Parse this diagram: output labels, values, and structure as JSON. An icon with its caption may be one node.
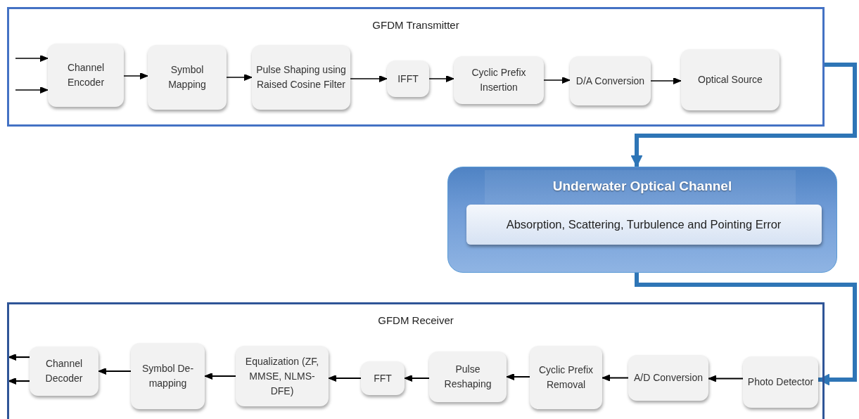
{
  "diagram": {
    "nodes": [
      {
        "text": [
          "GFDM Transmitter"
        ]
      },
      {
        "text": [
          "Channel Encoder"
        ],
        "in": 0
      },
      {
        "text": [
          "Symbol Mapping"
        ],
        "in": 0
      },
      {
        "text": [
          "Pulse Shaping using Raised Cosine Filter"
        ],
        "in": 0
      },
      {
        "text": [
          "IFFT"
        ],
        "in": 0
      },
      {
        "text": [
          "Cyclic Prefix Insertion"
        ],
        "in": 0
      },
      {
        "text": [
          "D/A Conversion"
        ],
        "in": 0
      },
      {
        "text": [
          "Optical Source"
        ],
        "in": 0
      },
      {
        "text": [
          "Underwater Optical Channel"
        ]
      },
      {
        "text": [
          "Absorption, Scattering, Turbulence and Pointing Error"
        ],
        "in": 8
      },
      {
        "text": [
          "GFDM Receiver"
        ]
      },
      {
        "text": [
          "Channel Decoder"
        ],
        "in": 10
      },
      {
        "text": [
          "Symbol De- mapping"
        ],
        "in": 10
      },
      {
        "text": [
          "Equalization (ZF, MMSE, NLMS-DFE)"
        ],
        "in": 10
      },
      {
        "text": [
          "FFT"
        ],
        "in": 10
      },
      {
        "text": [
          "Pulse Reshaping"
        ],
        "in": 10
      },
      {
        "text": [
          "Cyclic Prefix Removal"
        ],
        "in": 10
      },
      {
        "text": [
          "A/D Conversion"
        ],
        "in": 10
      },
      {
        "text": [
          "Photo Detector"
        ],
        "in": 10
      }
    ],
    "edges": [
      {
        "from": null,
        "to": 1,
        "arrow": "to"
      },
      {
        "from": null,
        "to": 1,
        "arrow": "to"
      },
      {
        "from": 1,
        "to": 2,
        "arrow": "to"
      },
      {
        "from": 2,
        "to": 3,
        "arrow": "to"
      },
      {
        "from": 3,
        "to": 4,
        "arrow": "to"
      },
      {
        "from": 4,
        "to": 5,
        "arrow": "to"
      },
      {
        "from": 5,
        "to": 6,
        "arrow": "to"
      },
      {
        "from": 6,
        "to": 7,
        "arrow": "to"
      },
      {
        "from": 0,
        "to": 8,
        "arrow": "to",
        "style": "thick",
        "color": "#2e75b6"
      },
      {
        "from": 8,
        "to": 18,
        "arrow": "to",
        "style": "thick",
        "color": "#2e75b6"
      },
      {
        "from": 18,
        "to": 17,
        "arrow": "to"
      },
      {
        "from": 17,
        "to": 16,
        "arrow": "to"
      },
      {
        "from": 16,
        "to": 15,
        "arrow": "to"
      },
      {
        "from": 15,
        "to": 14,
        "arrow": "to"
      },
      {
        "from": 14,
        "to": 13,
        "arrow": "to"
      },
      {
        "from": 13,
        "to": 12,
        "arrow": "to"
      },
      {
        "from": 12,
        "to": 11,
        "arrow": "to"
      },
      {
        "from": 11,
        "to": null,
        "arrow": "to"
      },
      {
        "from": 11,
        "to": null,
        "arrow": "to"
      }
    ]
  }
}
